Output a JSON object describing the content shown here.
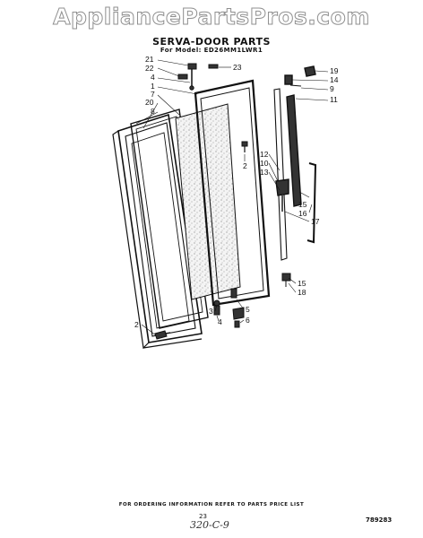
{
  "watermark": "AppliancePartsPros.com",
  "title": "SERVA-DOOR PARTS",
  "subtitle": "For Model: ED26MM1LWR1",
  "callouts": {
    "c21": "21",
    "c22": "22",
    "c4a": "4",
    "c1": "1",
    "c7": "7",
    "c20": "20",
    "c8": "8",
    "c23": "23",
    "c2a": "2",
    "c19": "19",
    "c14": "14",
    "c9": "9",
    "c11": "11",
    "c12": "12",
    "c10": "10",
    "c13": "13",
    "c15a": "15",
    "c16": "16",
    "c17": "17",
    "c15b": "15",
    "c18": "18",
    "c5": "5",
    "c3": "3",
    "c4b": "4",
    "c6": "6",
    "c2b": "2"
  },
  "footer": "FOR ORDERING INFORMATION REFER TO PARTS PRICE LIST",
  "page_number": "23",
  "handwritten_note": "320-C-9",
  "diagram_code": "789283",
  "colors": {
    "line": "#111111",
    "watermark_outline": "#8f8f8f"
  }
}
